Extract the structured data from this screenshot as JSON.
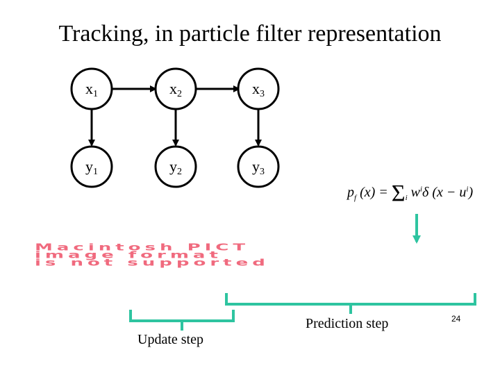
{
  "title": "Tracking, in particle filter representation",
  "nodes": {
    "x1": {
      "base": "x",
      "sub": "1"
    },
    "x2": {
      "base": "x",
      "sub": "2"
    },
    "x3": {
      "base": "x",
      "sub": "3"
    },
    "y1": {
      "base": "y",
      "sub": "1"
    },
    "y2": {
      "base": "y",
      "sub": "2"
    },
    "y3": {
      "base": "y",
      "sub": "3"
    }
  },
  "formula": {
    "lhs": "p",
    "lhs_sub": "f",
    "arg": "(x) =",
    "sigma": "Σ",
    "sigma_sub": "i",
    "weight": "w",
    "weight_sup": "i",
    "delta": "δ",
    "term": "(x − u",
    "term_sup": "i",
    "close": ")"
  },
  "pict_placeholder": {
    "line1": "Macintosh PICT",
    "line2": "image format",
    "line3": "is not supported"
  },
  "captions": {
    "update": "Update step",
    "prediction": "Prediction step"
  },
  "slide_number": "24",
  "colors": {
    "bracket": "#2ec4a0",
    "pict_text": "#f06a7e",
    "node_stroke": "#000000"
  }
}
